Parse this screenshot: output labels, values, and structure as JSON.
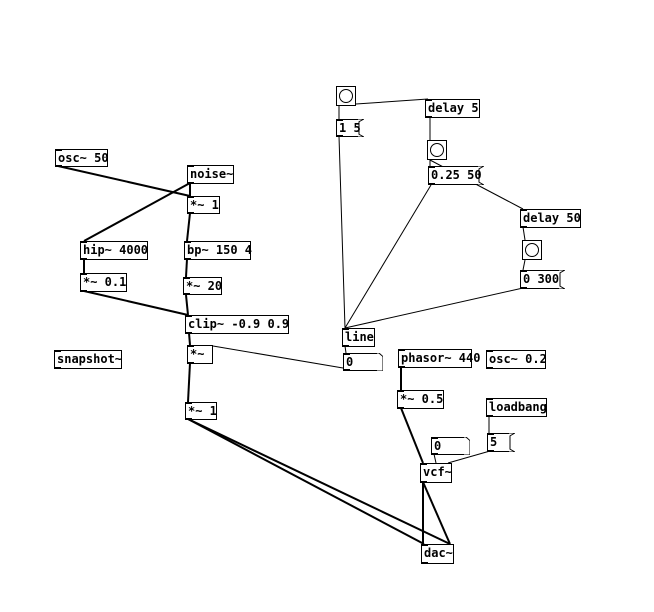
{
  "objects": {
    "osc50": "osc~ 50",
    "noise": "noise~",
    "mul1a": "*~ 1",
    "hip": "hip~ 4000",
    "bp": "bp~ 150 4",
    "mul01": "*~ 0.1",
    "mul20": "*~ 20",
    "clip": "clip~ -0.9 0.9",
    "mul": "*~",
    "snapshot": "snapshot~",
    "mul1b": "*~ 1",
    "delay5": "delay 5",
    "delay50": "delay 50",
    "line": "line",
    "phasor": "phasor~ 440",
    "osc02": "osc~ 0.2",
    "mul05": "*~ 0.5",
    "loadbang": "loadbang",
    "vcf": "vcf~",
    "dac": "dac~"
  },
  "messages": {
    "m15": "1 5",
    "m025": "0.25 50",
    "m0300": "0 300",
    "m5": "5"
  },
  "numbers": {
    "line_out": "0",
    "vcf_q": "0"
  }
}
